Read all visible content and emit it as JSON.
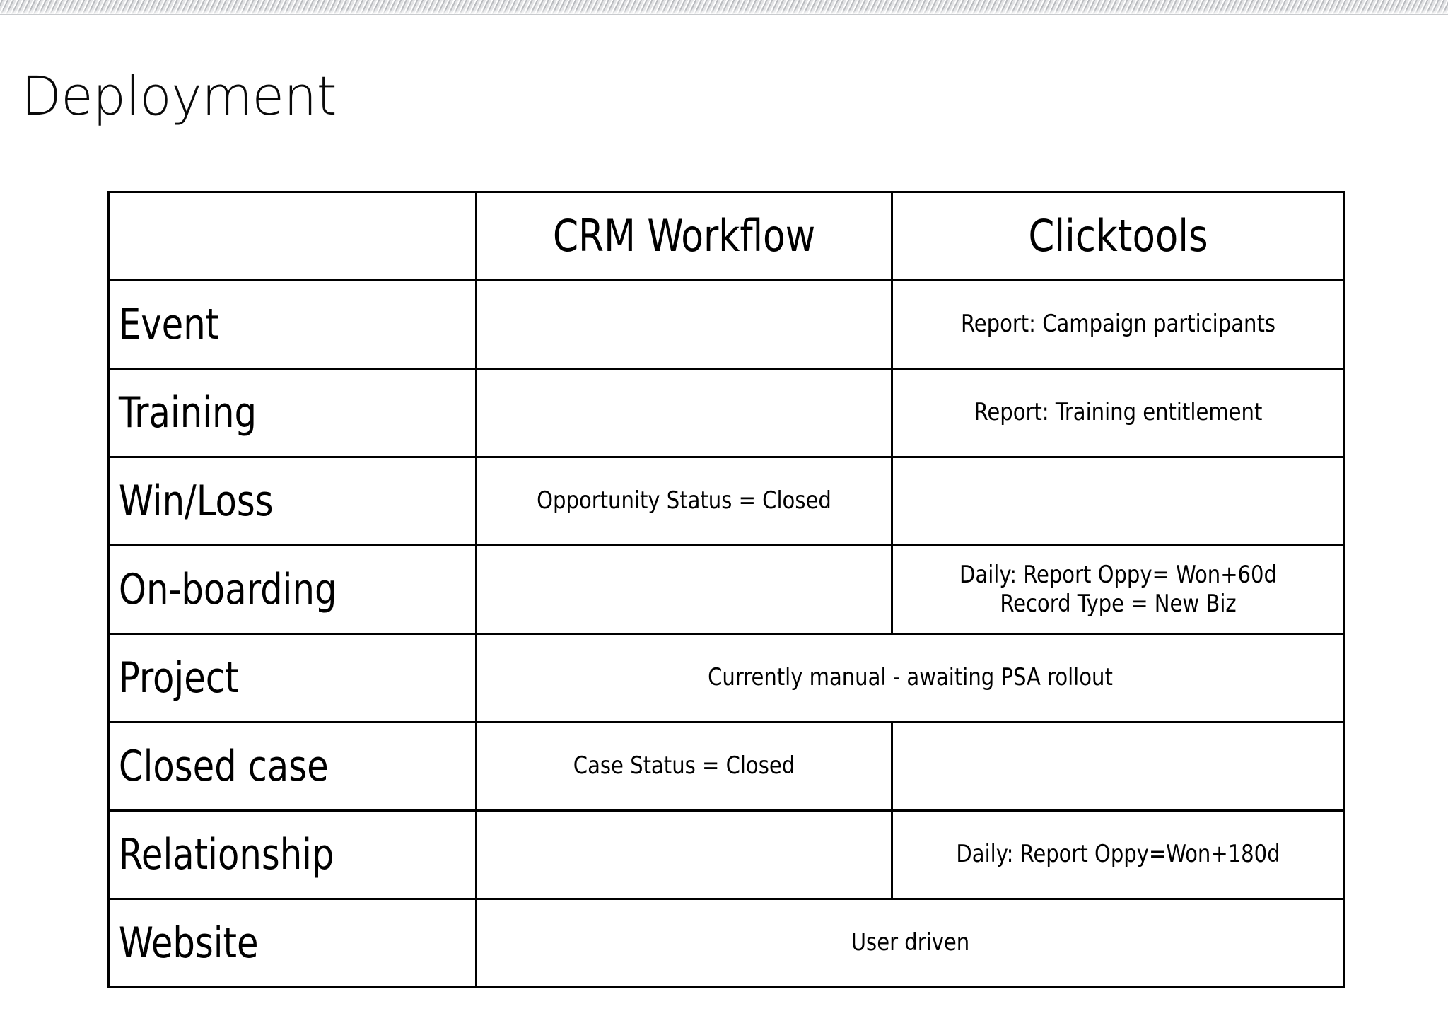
{
  "slide": {
    "title": "Deployment",
    "decoration": "hatched-top-band"
  },
  "table": {
    "columns": [
      {
        "key": "label",
        "header": ""
      },
      {
        "key": "crm",
        "header": "CRM Workflow"
      },
      {
        "key": "clicktools",
        "header": "Clicktools"
      }
    ],
    "rows": [
      {
        "label": "Event",
        "crm": "",
        "clicktools": [
          "Report: Campaign participants"
        ],
        "span": false
      },
      {
        "label": "Training",
        "crm": "",
        "clicktools": [
          "Report: Training entitlement"
        ],
        "span": false
      },
      {
        "label": "Win/Loss",
        "crm": "Opportunity Status = Closed",
        "clicktools": [],
        "span": false
      },
      {
        "label": "On-boarding",
        "crm": "",
        "clicktools": [
          "Daily: Report Oppy= Won+60d",
          "Record Type = New Biz"
        ],
        "span": false
      },
      {
        "label": "Project",
        "span": true,
        "span_text": "Currently manual - awaiting PSA rollout"
      },
      {
        "label": "Closed case",
        "crm": "Case Status = Closed",
        "clicktools": [],
        "span": false
      },
      {
        "label": "Relationship",
        "crm": "",
        "clicktools": [
          "Daily: Report Oppy=Won+180d"
        ],
        "span": false
      },
      {
        "label": "Website",
        "span": true,
        "span_text": "User driven"
      }
    ]
  },
  "colors": {
    "background": "#ffffff",
    "text": "#000000",
    "border": "#000000",
    "band": "#e8e9ea"
  }
}
